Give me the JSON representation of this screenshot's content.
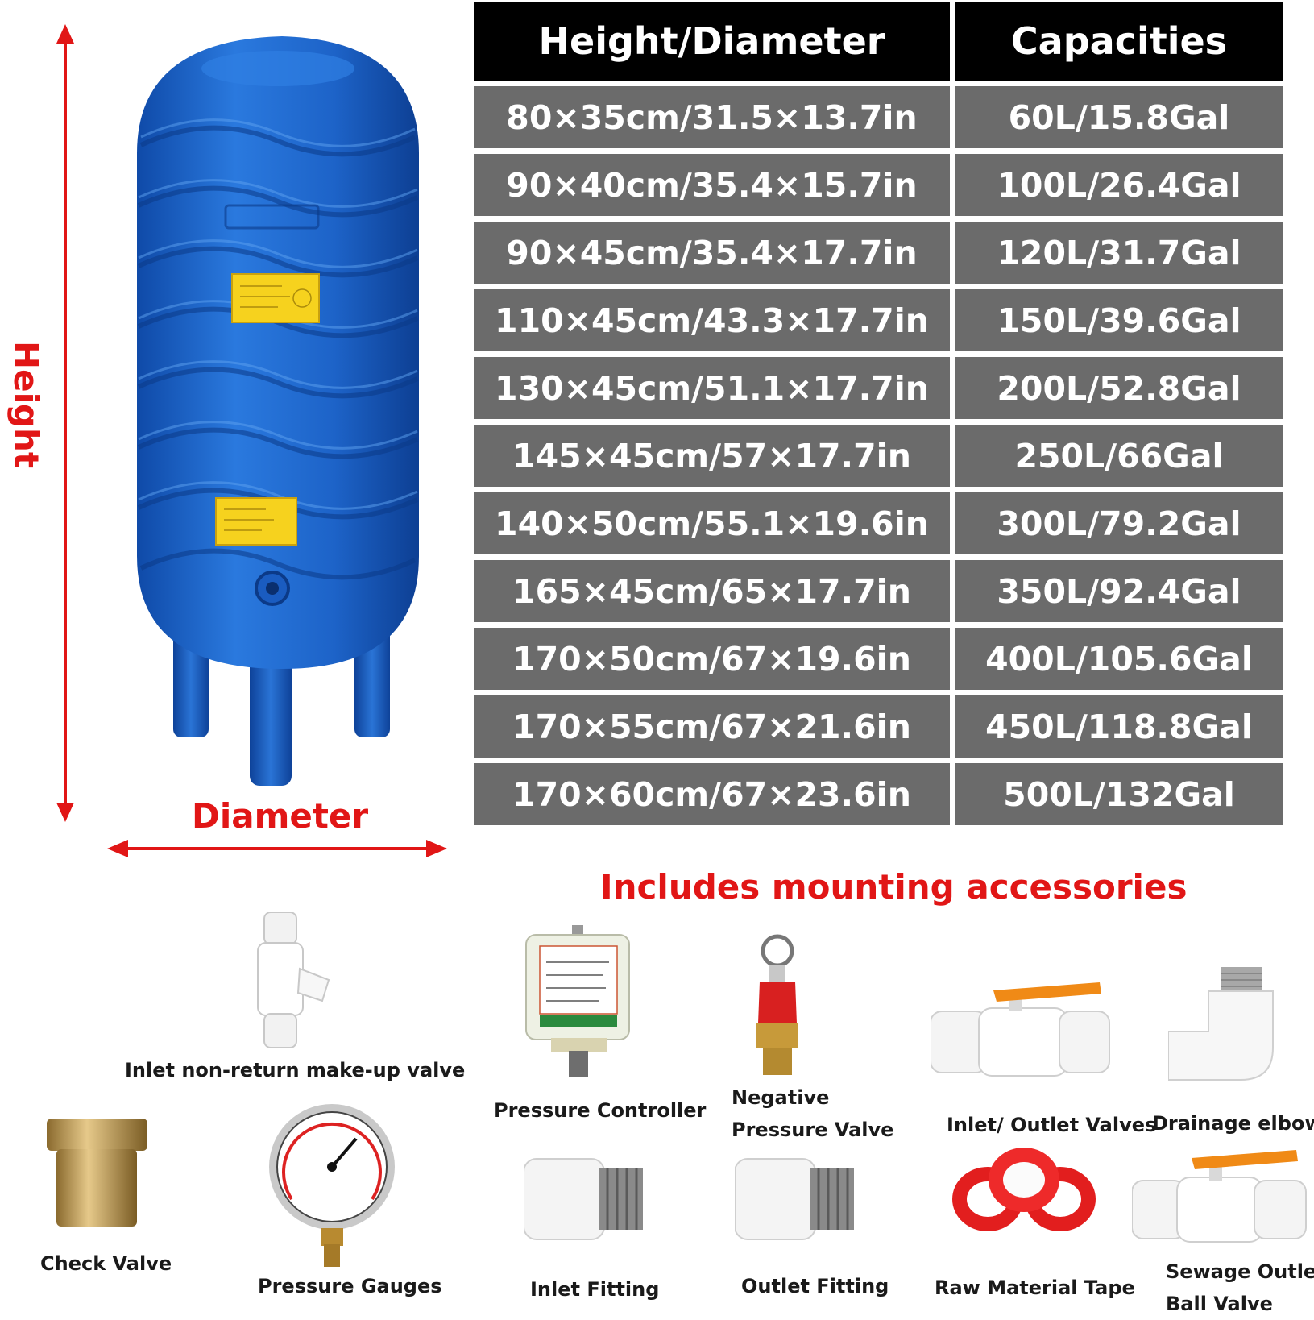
{
  "table": {
    "headers": [
      "Height/Diameter",
      "Capacities"
    ],
    "rows": [
      [
        "80×35cm/31.5×13.7in",
        "60L/15.8Gal"
      ],
      [
        "90×40cm/35.4×15.7in",
        "100L/26.4Gal"
      ],
      [
        "90×45cm/35.4×17.7in",
        "120L/31.7Gal"
      ],
      [
        "110×45cm/43.3×17.7in",
        "150L/39.6Gal"
      ],
      [
        "130×45cm/51.1×17.7in",
        "200L/52.8Gal"
      ],
      [
        "145×45cm/57×17.7in",
        "250L/66Gal"
      ],
      [
        "140×50cm/55.1×19.6in",
        "300L/79.2Gal"
      ],
      [
        "165×45cm/65×17.7in",
        "350L/92.4Gal"
      ],
      [
        "170×50cm/67×19.6in",
        "400L/105.6Gal"
      ],
      [
        "170×55cm/67×21.6in",
        "450L/118.8Gal"
      ],
      [
        "170×60cm/67×23.6in",
        "500L/132Gal"
      ]
    ]
  },
  "dimensions": {
    "height_label": "Height",
    "diameter_label": "Diameter"
  },
  "accessories": {
    "title": "Includes mounting accessories",
    "items": {
      "inlet_nonreturn": "Inlet non-return make-up valve",
      "pressure_controller": "Pressure Controller",
      "negative_valve_line1": "Negative",
      "negative_valve_line2": "Pressure Valve",
      "inlet_outlet_valves": "Inlet/ Outlet Valves",
      "drainage_elbow": "Drainage elbow",
      "check_valve": "Check Valve",
      "pressure_gauges": "Pressure Gauges",
      "inlet_fitting": "Inlet Fitting",
      "outlet_fitting": "Outlet Fitting",
      "raw_material_tape": "Raw Material Tape",
      "sewage_valve_line1": "Sewage Outlet",
      "sewage_valve_line2": "Ball Valve"
    }
  },
  "colors": {
    "tank_blue": "#1d63c8",
    "header_black": "#000000",
    "row_gray": "#6b6b6b",
    "accent_red": "#e11616",
    "label_yellow": "#f6d21e"
  }
}
